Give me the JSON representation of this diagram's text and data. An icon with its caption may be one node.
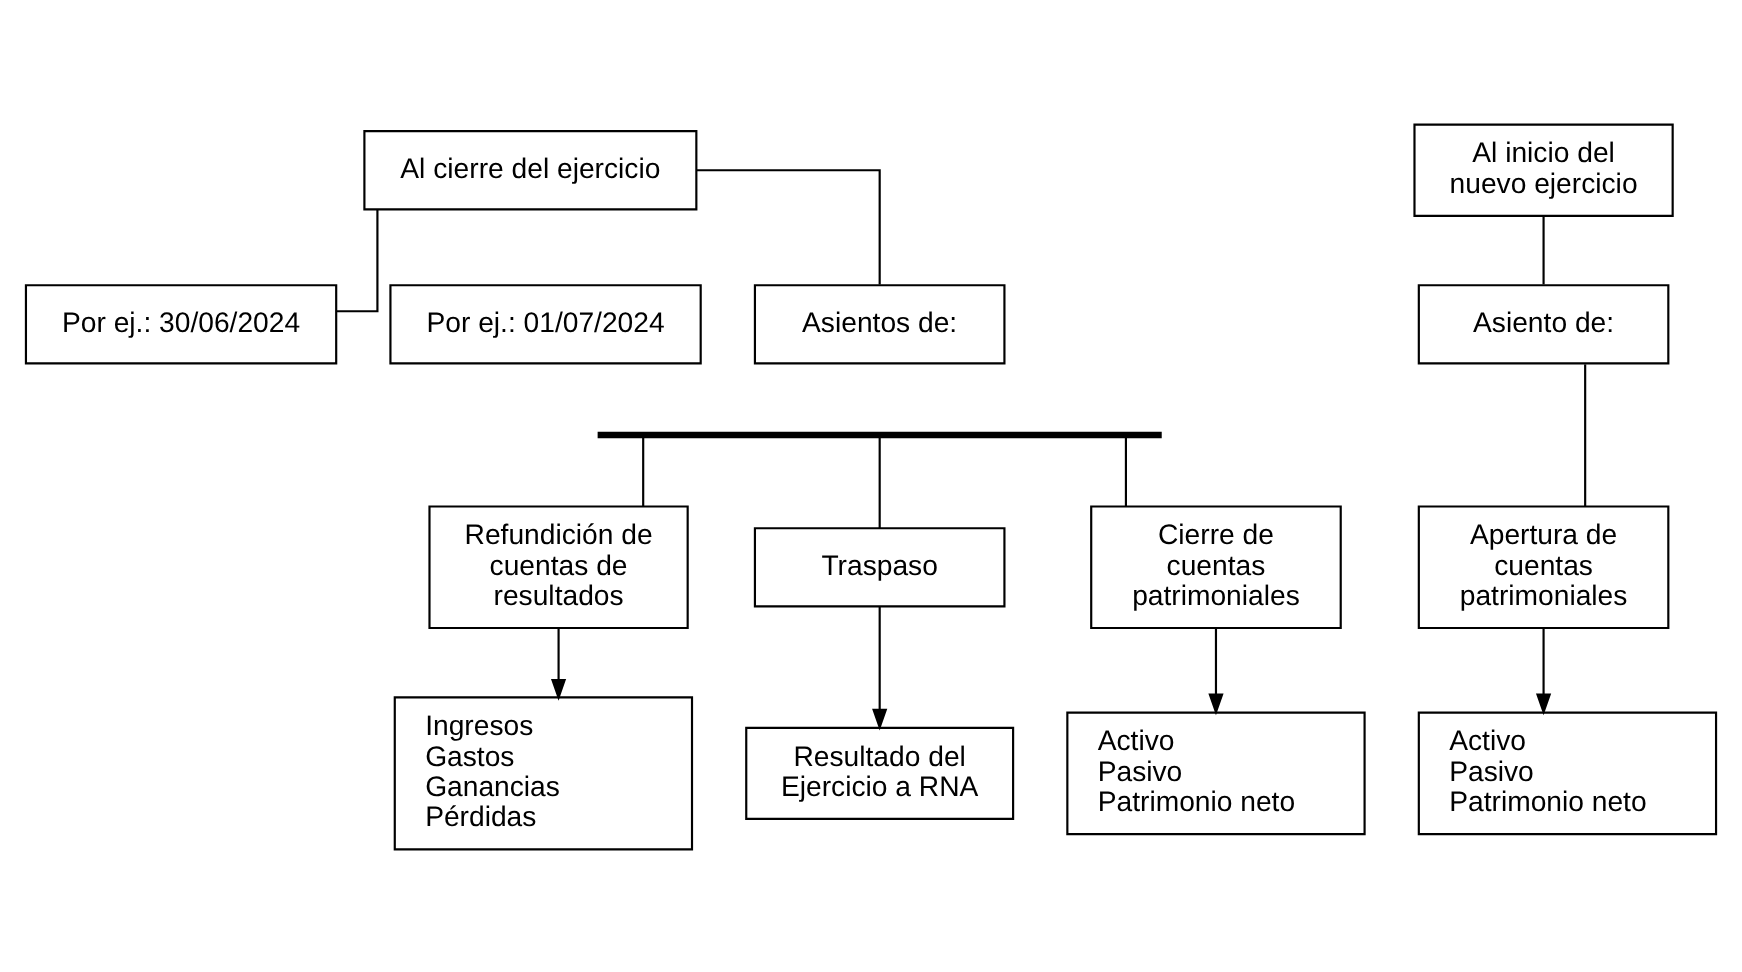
{
  "diagram": {
    "nodes": [
      {
        "text": [
          "Al cierre del ejercicio"
        ]
      },
      {
        "text": [
          "Por ej.: 30/06/2024"
        ]
      },
      {
        "text": [
          "Asientos de:"
        ]
      },
      {
        "text": [],
        "shape": "bar"
      },
      {
        "text": [
          "Refundición de cuentas de resultados"
        ]
      },
      {
        "text": [
          "Traspaso"
        ]
      },
      {
        "text": [
          "Cierre de cuentas patrimoniales"
        ]
      },
      {
        "text": [
          "Ingresos",
          "Gastos",
          "Ganancias",
          "Pérdidas"
        ]
      },
      {
        "text": [
          "Resultado del Ejercicio a RNA"
        ]
      },
      {
        "text": [
          "Activo",
          "Pasivo",
          "Patrimonio neto"
        ]
      },
      {
        "text": [
          "Al inicio del nuevo ejercicio"
        ]
      },
      {
        "text": [
          "Por ej.: 01/07/2024"
        ]
      },
      {
        "text": [
          "Asiento de:"
        ]
      },
      {
        "text": [
          "Apertura de cuentas patrimoniales"
        ]
      },
      {
        "text": [
          "Activo",
          "Pasivo",
          "Patrimonio neto"
        ]
      }
    ],
    "edges": [
      {
        "from": 0,
        "to": 2,
        "arrow": "none"
      },
      {
        "from": 0,
        "to": 1,
        "arrow": "none"
      },
      {
        "from": 3,
        "to": 4,
        "arrow": "none"
      },
      {
        "from": 3,
        "to": 5,
        "arrow": "none"
      },
      {
        "from": 3,
        "to": 6,
        "arrow": "none"
      },
      {
        "from": 4,
        "to": 7,
        "arrow": "to"
      },
      {
        "from": 5,
        "to": 8,
        "arrow": "to"
      },
      {
        "from": 6,
        "to": 9,
        "arrow": "to"
      },
      {
        "from": 10,
        "to": 12,
        "arrow": "none"
      },
      {
        "from": 12,
        "to": 13,
        "arrow": "none"
      },
      {
        "from": 13,
        "to": 14,
        "arrow": "to"
      }
    ]
  }
}
